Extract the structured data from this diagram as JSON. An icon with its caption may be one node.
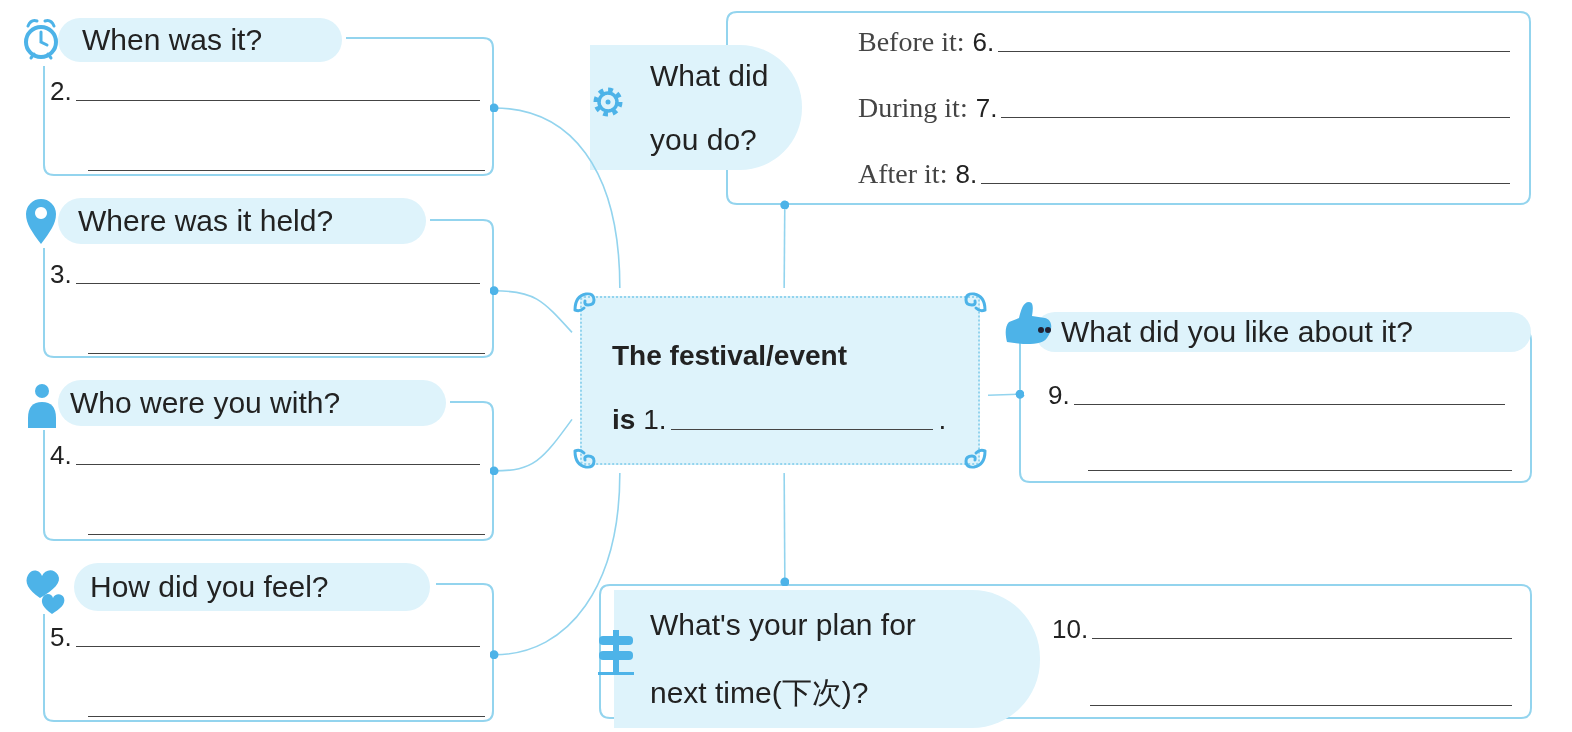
{
  "diagram": {
    "nodes": [
      {
        "text": [
          "The festival/event",
          "**is** 1.",
          "."
        ]
      },
      {
        "text": [
          "When was it?",
          "2."
        ]
      },
      {
        "text": [
          "Where was it held?",
          "3."
        ]
      },
      {
        "text": [
          "Who were you with?",
          "4."
        ]
      },
      {
        "text": [
          "How did you feel?",
          "5."
        ]
      },
      {
        "text": [
          "What did you do?",
          "Before it:",
          "6.",
          "During it:",
          "7.",
          "After it:",
          "8."
        ]
      },
      {
        "text": [
          "What did you like about it?",
          "9."
        ]
      },
      {
        "text": [
          "What's your plan for next time(下次)?",
          "10."
        ]
      }
    ],
    "edges": [
      {
        "from": 0,
        "to": 1,
        "arrow": "other"
      },
      {
        "from": 0,
        "to": 2,
        "arrow": "other"
      },
      {
        "from": 0,
        "to": 3,
        "arrow": "other"
      },
      {
        "from": 0,
        "to": 4,
        "arrow": "other"
      },
      {
        "from": 0,
        "to": 5,
        "arrow": "other"
      },
      {
        "from": 0,
        "to": 6,
        "arrow": "other"
      },
      {
        "from": 0,
        "to": 7,
        "arrow": "other"
      }
    ]
  }
}
